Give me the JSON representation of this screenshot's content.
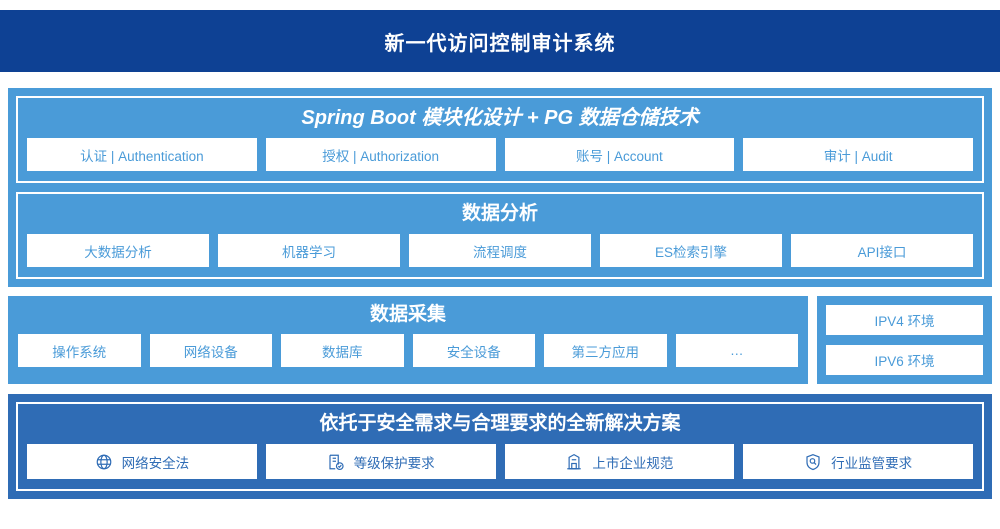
{
  "header": {
    "title": "新一代访问控制审计系统"
  },
  "platform": {
    "spring": {
      "title": "Spring Boot 模块化设计 + PG 数据仓储技术",
      "chips": [
        {
          "label": "认证 | Authentication"
        },
        {
          "label": "授权 | Authorization"
        },
        {
          "label": "账号 | Account"
        },
        {
          "label": "审计 | Audit"
        }
      ]
    },
    "analysis": {
      "title": "数据分析",
      "chips": [
        {
          "label": "大数据分析"
        },
        {
          "label": "机器学习"
        },
        {
          "label": "流程调度"
        },
        {
          "label": "ES检索引擎"
        },
        {
          "label": "API接口"
        }
      ]
    }
  },
  "collection": {
    "title": "数据采集",
    "chips": [
      {
        "label": "操作系统"
      },
      {
        "label": "网络设备"
      },
      {
        "label": "数据库"
      },
      {
        "label": "安全设备"
      },
      {
        "label": "第三方应用"
      },
      {
        "label": "…"
      }
    ],
    "environments": [
      {
        "label": "IPV4 环境"
      },
      {
        "label": "IPV6 环境"
      }
    ]
  },
  "compliance": {
    "title": "依托于安全需求与合理要求的全新解决方案",
    "chips": [
      {
        "label": "网络安全法",
        "icon": "globe-icon"
      },
      {
        "label": "等级保护要求",
        "icon": "document-check-icon"
      },
      {
        "label": "上市企业规范",
        "icon": "bank-building-icon"
      },
      {
        "label": "行业监管要求",
        "icon": "shield-search-icon"
      }
    ]
  },
  "colors": {
    "header_navy": "#0e4194",
    "panel_blue": "#4a9bd8",
    "compliance_blue": "#2f6cb5",
    "chip_white": "#ffffff"
  }
}
